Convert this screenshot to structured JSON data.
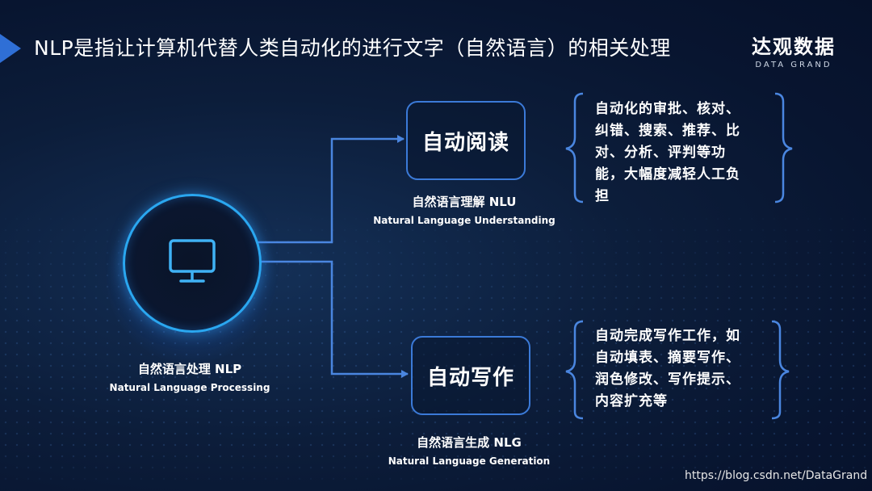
{
  "header": {
    "title": "NLP是指让计算机代替人类自动化的进行文字（自然语言）的相关处理",
    "brand_cn": "达观数据",
    "brand_en": "DATA GRAND"
  },
  "root": {
    "icon": "monitor-icon",
    "label_cn": "自然语言处理 NLP",
    "label_en": "Natural Language Processing"
  },
  "branches": [
    {
      "box_label": "自动阅读",
      "label_cn": "自然语言理解 NLU",
      "label_en": "Natural Language Understanding",
      "description_lines": [
        "自动化的审批、核对、",
        "纠错、搜索、推荐、比",
        "对、分析、评判等功",
        "能，大幅度减轻人工负",
        "担"
      ]
    },
    {
      "box_label": "自动写作",
      "label_cn": "自然语言生成 NLG",
      "label_en": "Natural Language Generation",
      "description_lines": [
        "自动完成写作工作，如",
        "自动填表、摘要写作、",
        "润色修改、写作提示、",
        "内容扩充等"
      ]
    }
  ],
  "watermark": "https://blog.csdn.net/DataGrand",
  "colors": {
    "accent": "#2f6fd6",
    "connector": "#4a86e0",
    "circle_ring": "#2aa7f0",
    "box_border": "#3b7ad8"
  }
}
